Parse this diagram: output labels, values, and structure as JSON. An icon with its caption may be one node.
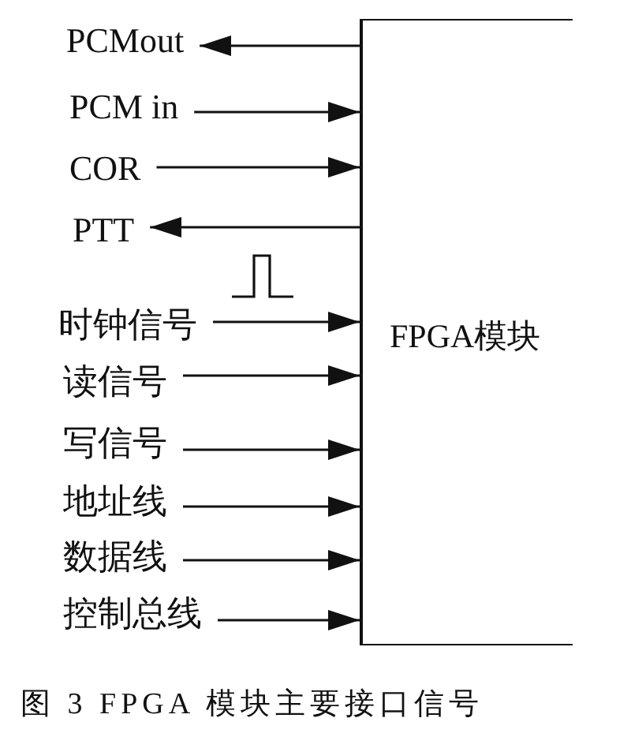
{
  "diagram": {
    "caption": "图 3 FPGA 模块主要接口信号",
    "nodes": [
      {
        "text": [
          "PCMout"
        ]
      },
      {
        "text": [
          "PCM in"
        ]
      },
      {
        "text": [
          "COR"
        ]
      },
      {
        "text": [
          "PTT"
        ]
      },
      {
        "text": [
          "时钟信号"
        ]
      },
      {
        "text": [
          "读信号"
        ]
      },
      {
        "text": [
          "写信号"
        ]
      },
      {
        "text": [
          "地址线"
        ]
      },
      {
        "text": [
          "数据线"
        ]
      },
      {
        "text": [
          "控制总线"
        ]
      },
      {
        "text": [
          "FPGA模块"
        ]
      }
    ],
    "edges": [
      {
        "from": 10,
        "to": 0,
        "arrow": "to"
      },
      {
        "from": 1,
        "to": 10,
        "arrow": "to"
      },
      {
        "from": 2,
        "to": 10,
        "arrow": "to"
      },
      {
        "from": 10,
        "to": 3,
        "arrow": "to"
      },
      {
        "from": 4,
        "to": 10,
        "arrow": "to"
      },
      {
        "from": 5,
        "to": 10,
        "arrow": "to"
      },
      {
        "from": 6,
        "to": 10,
        "arrow": "to"
      },
      {
        "from": 7,
        "to": 10,
        "arrow": "to"
      },
      {
        "from": 8,
        "to": 10,
        "arrow": "to"
      },
      {
        "from": 9,
        "to": 10,
        "arrow": "to"
      }
    ]
  }
}
